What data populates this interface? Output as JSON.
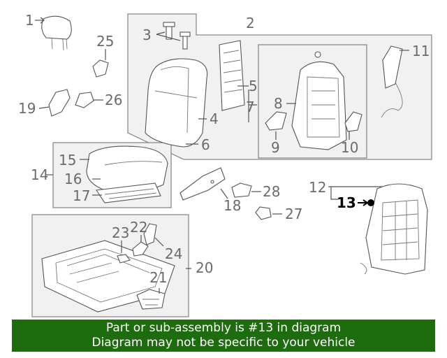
{
  "callouts": {
    "c1": "1",
    "c2": "2",
    "c3": "3",
    "c4": "4",
    "c5": "5",
    "c6": "6",
    "c7": "7",
    "c8": "8",
    "c9": "9",
    "c10": "10",
    "c11": "11",
    "c12": "12",
    "c13": "13",
    "c14": "14",
    "c15": "15",
    "c16": "16",
    "c17": "17",
    "c18": "18",
    "c19": "19",
    "c20": "20",
    "c21": "21",
    "c22": "22",
    "c23": "23",
    "c24": "24",
    "c25": "25",
    "c26": "26",
    "c27": "27",
    "c28": "28"
  },
  "highlighted_part": "13",
  "colors": {
    "banner_bg": "#1f6b10",
    "banner_text": "#ffffff",
    "highlight": "#000000",
    "line": "#555555"
  },
  "banner": {
    "line1": "Part or sub-assembly is #13 in diagram",
    "line2": "Diagram may not be specific to your vehicle"
  }
}
